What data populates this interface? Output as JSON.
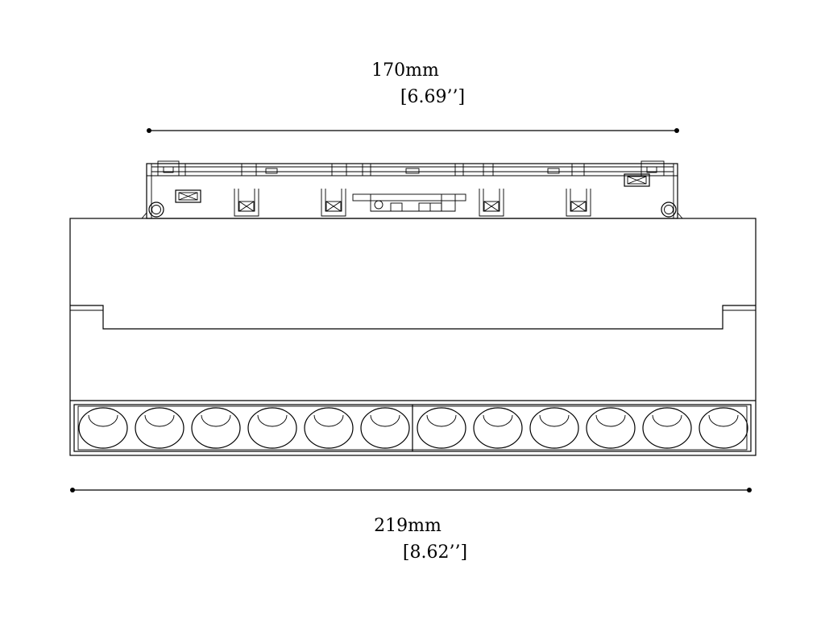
{
  "top_dimension": {
    "metric": "170mm",
    "imperial": "[6.69’’]"
  },
  "bottom_dimension": {
    "metric": "219mm",
    "imperial": "[8.62’’]"
  },
  "fixture": {
    "lens_count": 12,
    "lens_groups": 2
  },
  "colors": {
    "line": "#000000",
    "background": "#ffffff"
  }
}
